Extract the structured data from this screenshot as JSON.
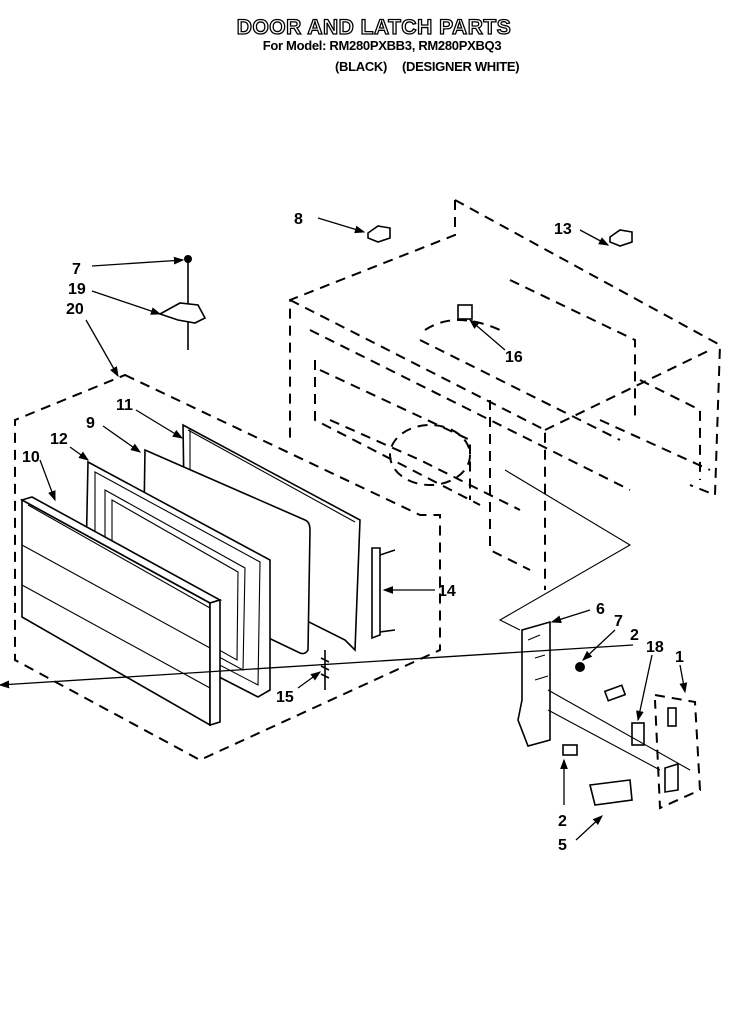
{
  "header": {
    "title": "DOOR AND LATCH PARTS",
    "model_line": "For Model: RM280PXBB3, RM280PXBQ3",
    "color_black": "(BLACK)",
    "color_white": "(DESIGNER WHITE)"
  },
  "callouts": [
    {
      "id": "c1",
      "text": "1",
      "part": "fuse-holder-assembly"
    },
    {
      "id": "c2a",
      "text": "2",
      "part": "interlock-switch-upper"
    },
    {
      "id": "c2b",
      "text": "2",
      "part": "interlock-switch-lower"
    },
    {
      "id": "c5",
      "text": "5",
      "part": "switch-bracket"
    },
    {
      "id": "c6",
      "text": "6",
      "part": "latch-plate"
    },
    {
      "id": "c7a",
      "text": "7",
      "part": "screw-top"
    },
    {
      "id": "c7b",
      "text": "7",
      "part": "screw-latch"
    },
    {
      "id": "c8",
      "text": "8",
      "part": "hinge-clip-left"
    },
    {
      "id": "c9",
      "text": "9",
      "part": "door-choke-panel"
    },
    {
      "id": "c10",
      "text": "10",
      "part": "door-front-panel"
    },
    {
      "id": "c11",
      "text": "11",
      "part": "door-frame"
    },
    {
      "id": "c12",
      "text": "12",
      "part": "door-window-frame"
    },
    {
      "id": "c13",
      "text": "13",
      "part": "hinge-clip-right"
    },
    {
      "id": "c14",
      "text": "14",
      "part": "door-latch-hook"
    },
    {
      "id": "c15",
      "text": "15",
      "part": "latch-spring"
    },
    {
      "id": "c16",
      "text": "16",
      "part": "thermal-cutout"
    },
    {
      "id": "c18",
      "text": "18",
      "part": "monitor-switch"
    },
    {
      "id": "c19",
      "text": "19",
      "part": "hinge-bracket"
    },
    {
      "id": "c20",
      "text": "20",
      "part": "door-assembly"
    }
  ]
}
